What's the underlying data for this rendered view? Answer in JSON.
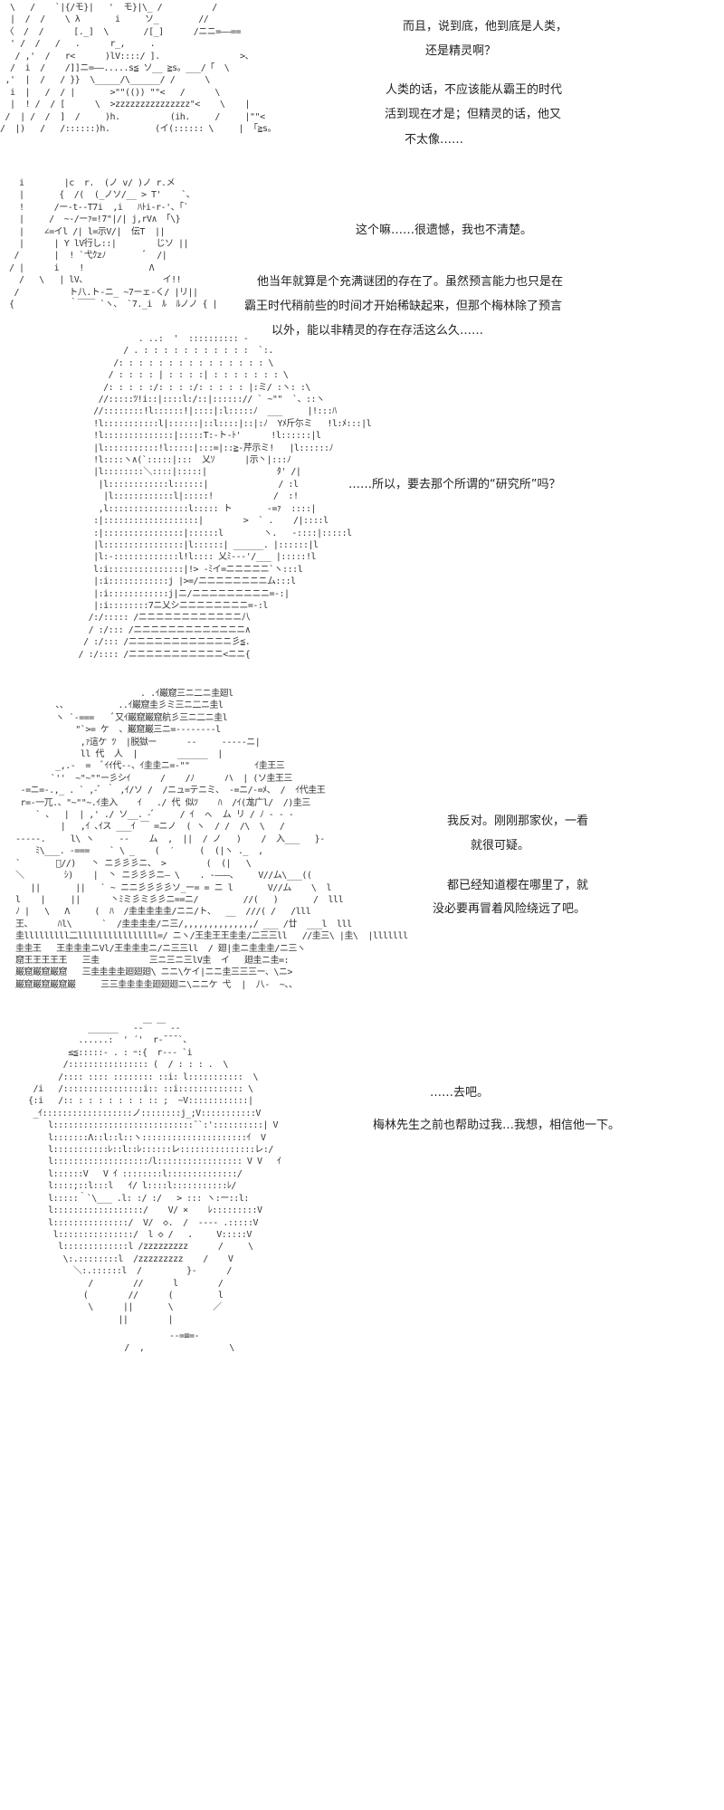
{
  "panels": [
    {
      "art": [
        "  \\   /    `|{/モ}|   '  モ}|\\_ /          /",
        "  |  /  /    \\ λ       i     ソ_        //",
        " 〈  /  /      [._]  \\       /[_]      /ニニ=——==",
        "  ' /  /   /   .      r_,     .           ",
        "   / ,'  /   r<      )lV::::/ ].                >、",
        "  /  i  /    /]]ニ=——.....s≦ ソ__ ≧s。___/「  \\",
        " ,'  |  /   / }}  \\_____/\\______/ /      \\",
        "  i  |   /  / |       >\"\"(()) \"\"<   /      \\",
        "  |  ! /  / [      \\  >zzzzzzzzzzzzzzz\"<    \\    |",
        " /  | /  /  ]  /     )h.          (ih.     /     |\"\"<",
        "/  |)   /   /::::::)h.         (イ(:::::: \\     |  ｢≧s。"
      ],
      "dialogue": [
        "而且，说到底，他到底是人类，",
        "还是精灵啊？",
        "人类的话，不应该能从霸王的时代",
        "活到现在才是；但精灵的话，他又",
        "不太像……"
      ]
    },
    {
      "art": [
        "  i        |c  r.  (ノ v/ )ノ r.メ",
        "  |       {  /(  (_ノソ/__ > T'    `、",
        "  !      /ー-t--T7i  ,i   ﾊﾄi-r-'、｢`",
        "  |     /  ~-/ーｧ=!7\"|/| j,rV∧ 「\\}",
        "  |    ∠=イl /| l=示V/|  伝T  ||",
        "  |      | Y lV行し::|        じソ ||",
        " /       |  ! `弋ｸzﾉ        ﾞ  /|",
        "/ |      i    !             Λ",
        "  /   \\   | lV、               イ!!",
        " /          ト八.ト-ニ_ ~7ーェ-く/ |リ||",
        "{           ｀￣￣ `ヽ、 `7._i  ﾙ  ﾙノノ { |"
      ],
      "dialogue": [
        "这个嘛……很遗憾，我也不清楚。",
        "他当年就算是个充满谜团的存在了。虽然预言能力也只是在",
        "霸王时代稍前些的时间才开始稀缺起来，但那个梅林除了预言",
        "以外，能以非精灵的存在存活这么久……"
      ]
    },
    {
      "art": [
        "               . ..:  '  :::::::::: -",
        "            / . : : : : : : : : : : :  `:.",
        "          /: : : : : : : : : : : : : : : \\",
        "         / : : : : | : : : :| : : : : : : : \\",
        "        /: : : : :/: : : :/: : : : : |:ミ/ :ヽ: :\\",
        "       //:::::ﾂ!i::|::::l:/::|::::::// ` ~\"\"  `、::ヽ",
        "      //::::::::!l::::::!|::::|:l:::::ﾉ  ___     |!:::ﾊ",
        "      !l:::::::::::l|::::::|::l::::|::|:ﾉ  Yﾒ斤尓ミ   !l:ﾒ:::|l",
        "      !l::::::::::::::|:::::T:-ト-ﾄ'      !l::::::|l",
        "      |l:::::::::::!l:::::|:::=|::≧-芹示ミ!   |l::::::ﾉ",
        "      !l::::ヽ∧(`:::::|:::  乂ｿ      |示丶|:::ﾉ",
        "      |l::::::::＼::::|:::::|              ﾀ' /|",
        "       |l::::::::::::l::::::|              / :l",
        "        |l::::::::::::l|:::::!            /  :!",
        "       ,l::::::::::::::::l::::: ト       -=ｧ  ::::|",
        "      :|:::::::::::::::::::|        >  ` .    /|::::l",
        "      :|::::::::::::::::|::::::l        ヽ.   -::::|:::::l",
        "      |l::::::::::::::::|l::::::| ______. |::::::|l",
        "      |l:-:::::::::::::l!l:::: 乂ﾐ--‐'/___ |:::::!l",
        "      l:i:::::::::::::::|!> -ﾐイ=ニニニニニ`ヽ:::l",
        "      |:i::::::::::::j |>=/ニニニニニニニニム:::l",
        "      |:i::::::::::::j|ニ/ニニニニニニニニニ=-:|",
        "      |:i::::::::7ニ乂シニニニニニニニニ=-:l",
        "     /:/::::: /ニニニニニニニニニニニニ八",
        "     / :/::: /ニニニニニニニニニニニニニ∧",
        "    / :/::: /ニニニニニニニニニニニニ彡≦.",
        "   / :/:::: /ニニニニニニニニニニニ<ニニ{"
      ],
      "dialogue": [
        "……所以，要去那个所谓的“研究所”吗？"
      ]
    },
    {
      "art": [
        "                           . .ｲ巌窟三ニ二ニ圭廻l",
        "          、、          ..ｲ巌窟圭彡ミ三ニ二ニ圭l",
        "          ヽ `-===    ﾞ又ｲ巌窟巌窟航彡三ニ二ニ圭l",
        "              \"`>= ケ  、巌窟巌三ニ=--------l",
        "               ,ｧ這ケ ﾂ  |脱獄ー      --     -----ニ|",
        "               ll 代  人  |        ______  |",
        "          _,.-  =  ﾞｲｲ代--、ｲ圭圭ニ=-\"\"             ｲ圭王三",
        "         `''  ~\"~\"\"ー彡シｲ      /    /ﾉ      ハ  | (ソ圭王三",
        "   -=ニ=-.,_ . ` ,-ﾞ ｀ ,ｲ/ソ /  /ニュ=テニミ、 -=ニ/-=ﾒ、 /  ｲ代圭王",
        "   r=-一兀.、\"~\"\"~.ｲ圭入    ｲ   ./ 代 似ﾂ    ﾊ  /ｲ(尨广l/  /)圭三",
        "      ` 、  |  | ,' ./ ソ__. -ﾞ     / ｲ  ㇸ  ム リ / ﾉ - - ‐",
        "           |   ,ｲ ､ｲス ___ｲ ￣ =ニノ  ( ヽ  / /  /\\  \\   /",
        "  -----.     l\\ ヽ     --    ム  ,  ||  / ノ   )    /  入___   }-",
        "      ﾐ\\___. -===    ` \\ _    (  ′     (  (|ヽ ._  ,",
        "  `       ﾞ//)   丶 ニ彡彡彡ニ、 >        (  (|   \\",
        "  ＼        ｼ)    |  丶 ニ彡彡彡ニ— \\    . -———、    V//ム\\___((",
        "     ||       ||   ` ~ ニニ彡彡彡彡ソ_ー= = ニ l       V//ム    \\  l",
        "  l    |     ||      丶ﾐミ彡ミ彡彡ニ==ニ/         //(   )       /  lll",
        "  ﾉ |   \\   Λ     (  ﾊ  /圭圭圭圭圭/ニニ/ト、  __  ///( /   /lll",
        "  王、     ﾊl\\      `  /圭圭圭圭/ニ三/,,,,,,,,,,,,,,/ ___ /廿  ___l  lll",
        "  圭lllllllll二llllllllllllllll=/ ニヽ/王圭王王圭圭/二三三ll   //圭三\\ |圭\\  |lllllll",
        "  圭圭王   王圭圭圭ニVl/王圭圭圭ニ/ニ三三ll  / 廻|圭ニ圭圭圭/ニ三ヽ",
        "  窟王王王王王   三圭          三ニ三ニ三lV圭  イ   廻圭ニ圭=:",
        "  巌窟巌窟巌窟   三圭圭圭圭廻廻廻\\ ニニ\\ケイ|ニニ圭三三三ー、\\ニ>",
        "  巌窟巌窟巌窟巌     三三圭圭圭圭廻廻廻ニ\\ニニケ 弋  |  八-  ~、、"
      ],
      "dialogue": [
        "我反对。刚刚那家伙，一看",
        "就很可疑。",
        "都已经知道樱在哪里了，就",
        "没必要再冒着风险绕远了吧。"
      ]
    },
    {
      "art": [
        "              ______   -‐￣ ￣ ‐-",
        "            ......:  ' ´'  r-¯¯¯`、",
        "          ≤≦:::::- . : ｰ:{  r--- `i",
        "         /:::::::::::::::: (  / : : : .  \\",
        "        /:::: :::: :::::::: ::i: l:::::::::::  \\",
        "   /i   /::::::::::::::::i:: ::i::::::::::::: \\",
        "  {:i   /:: : : : : : : : :: ;  ~V::::::::::::|",
        "   _ｲ::::::::::::::::::ノ::::::::j_;V:::::::::::V",
        "      l::::::::::::::::::::::::::::¨`:'::::::::::| V",
        "      l:::::::Λ::l::l::ヽ:::::::::::::::::::::ｲ  V",
        "      l:::::::::::ﾚ::l::ﾚ::::::レ:::::::::::::::レ:/",
        "      l:::::::::::::::::::ﾉl::::::::::::::::: V V   ｲ",
        "      l::::::V   V ｲ ::::::::l::::::::::::::/",
        "      l::::;::l:::l   ｲ/ l::::l:::::::::::ﾚ/",
        "      l:::::｀`\\___ .l: :/ :/   > ::: ヽ:ー::l:",
        "      l::::::::::::::::::/    V/ ×    ﾚ:::::::::V",
        "      l:::::::::::::::/  V/  ◇.  /  ---- .:::::V",
        "       l:::::::::::::::/  l ◇ /   ．    V:::::V",
        "        l:::::::::::::l /zzzzzzzzz      /     \\",
        "         \\:.::::::::l  /zzzzzzzzz    /    V",
        "           ＼:.::::::l  /         }-      /",
        "              /        //      l        /",
        "             (        //      (         l",
        "              \\      ||       \\        ／",
        "                    ||        |"
      ],
      "dialogue": [
        "……去吧。",
        "梅林先生之前也帮助过我…我想，相信他一下。"
      ]
    },
    {
      "art": [
        "                       --=≡=-",
        "              /  ,                 \\"
      ],
      "dialogue": []
    }
  ]
}
